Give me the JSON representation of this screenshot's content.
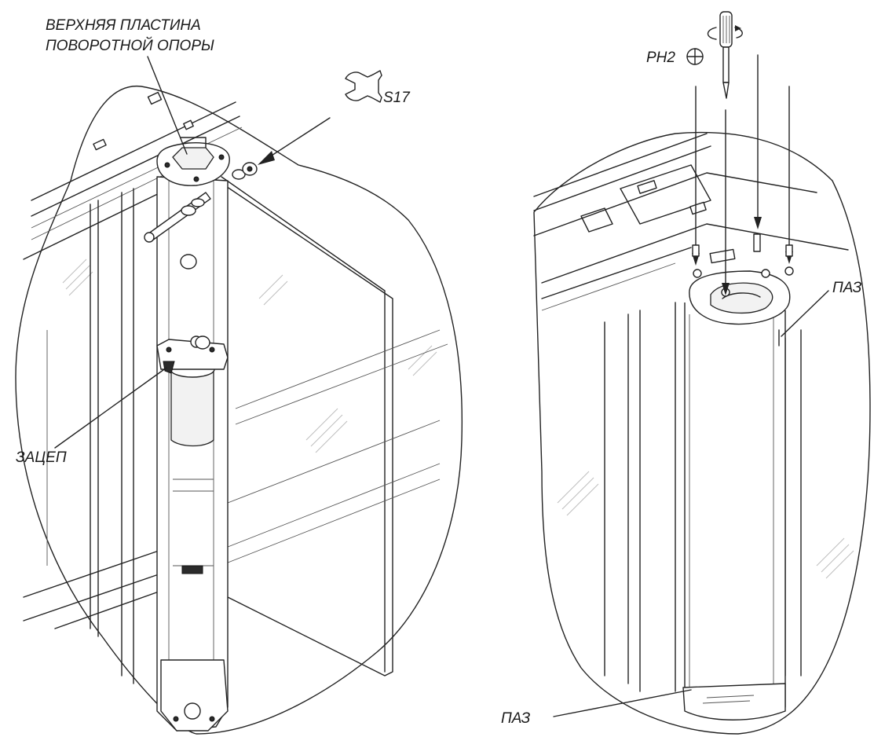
{
  "labels": {
    "upper_plate_line1": "ВЕРХНЯЯ ПЛАСТИНА",
    "upper_plate_line2": "ПОВОРОТНОЙ ОПОРЫ",
    "wrench_size": "S17",
    "hook": "ЗАЦЕП",
    "screwdriver": "PH2",
    "groove_top": "ПАЗ",
    "groove_bottom": "ПАЗ"
  },
  "icons": {
    "wrench": "open-end-wrench-icon",
    "phillips": "phillips-cross-icon",
    "screwdriver": "screwdriver-icon",
    "rotation": "rotation-arrow-icon"
  }
}
